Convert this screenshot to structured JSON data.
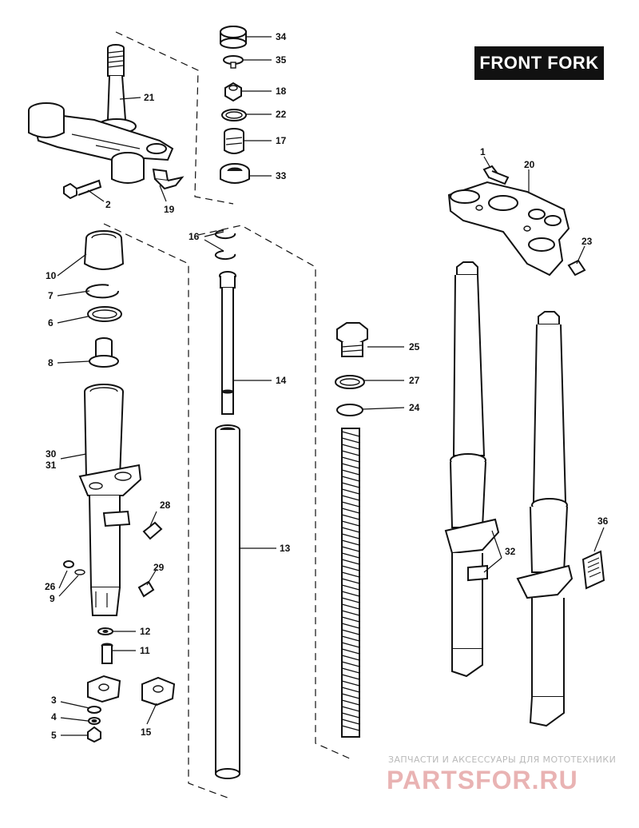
{
  "title": "FRONT FORK",
  "callouts": {
    "c34": "34",
    "c35": "35",
    "c18": "18",
    "c22": "22",
    "c17": "17",
    "c33": "33",
    "c21": "21",
    "c2": "2",
    "c19": "19",
    "c16": "16",
    "c14": "14",
    "c13": "13",
    "c10": "10",
    "c7": "7",
    "c6": "6",
    "c8": "8",
    "c30": "30",
    "c31": "31",
    "c28": "28",
    "c26": "26",
    "c9": "9",
    "c29": "29",
    "c12": "12",
    "c11": "11",
    "c3": "3",
    "c4": "4",
    "c5": "5",
    "c15": "15",
    "c25": "25",
    "c27": "27",
    "c24": "24",
    "c1": "1",
    "c20": "20",
    "c23": "23",
    "c32": "32",
    "c36": "36"
  },
  "watermark": {
    "tagline": "ЗАПЧАСТИ И АКСЕССУАРЫ ДЛЯ МОТОТЕХНИКИ",
    "brand": "PARTSFOR.RU"
  }
}
